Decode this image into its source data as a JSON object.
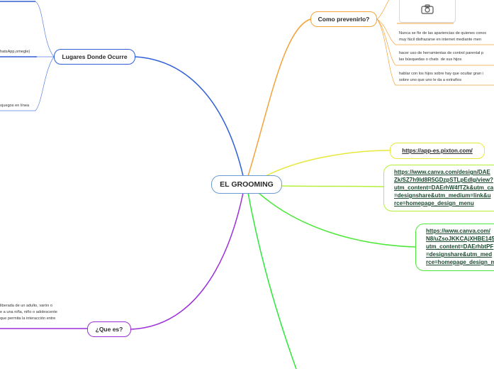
{
  "central": {
    "label": "EL GROOMING",
    "color": "#6b9bd1"
  },
  "branches": {
    "lugares": {
      "label": "Lugares Donde Ocurre",
      "color": "#2f5fd8",
      "leaves": [
        "hatsApp,omegle)",
        "ojuegos en línea"
      ]
    },
    "prevenir": {
      "label": "Como prevenirlo?",
      "color": "#f3a33a",
      "image_icon": "camera-icon",
      "leaves": [
        "Nunca se fíe de las apariencias de quienes conoc\nmuy fácil disfrazarse en internet mediante men",
        "hacer uso de herramientas de control parental p\nlas búsquedas o chats  de sus hijos",
        "hablar con los hijos sobre hay que ocultar gran i\nsobre uno que uno le da a extraños"
      ]
    },
    "quees": {
      "label": "¿Que es?",
      "color": "#9a2fd8",
      "leaf": "liberada de un adulto, varón o\ne a una niña, niño o adolescente\nque permita la interacción entre"
    },
    "links": [
      {
        "text": "https://app-es.pixton.com/",
        "color": "#e7e83b"
      },
      {
        "text": "https://www.canva.com/design/DAE\nZk/SZ7h9ld8R5GDzpSTLpEdIg/view?\nutm_content=DAErhW4fTZk&utm_ca\n=designshare&utm_medium=link&u\nrce=homepage_design_menu",
        "color": "#b4f03a"
      },
      {
        "text": "https://www.canva.com/\nN8/uZsoJKKCAjXHBE145J\nutm_content=DAErhbtPF\n=designshare&utm_med\nrce=homepage_design_m",
        "color": "#4ee83a"
      }
    ],
    "bottom_color": "#2ee83a"
  }
}
